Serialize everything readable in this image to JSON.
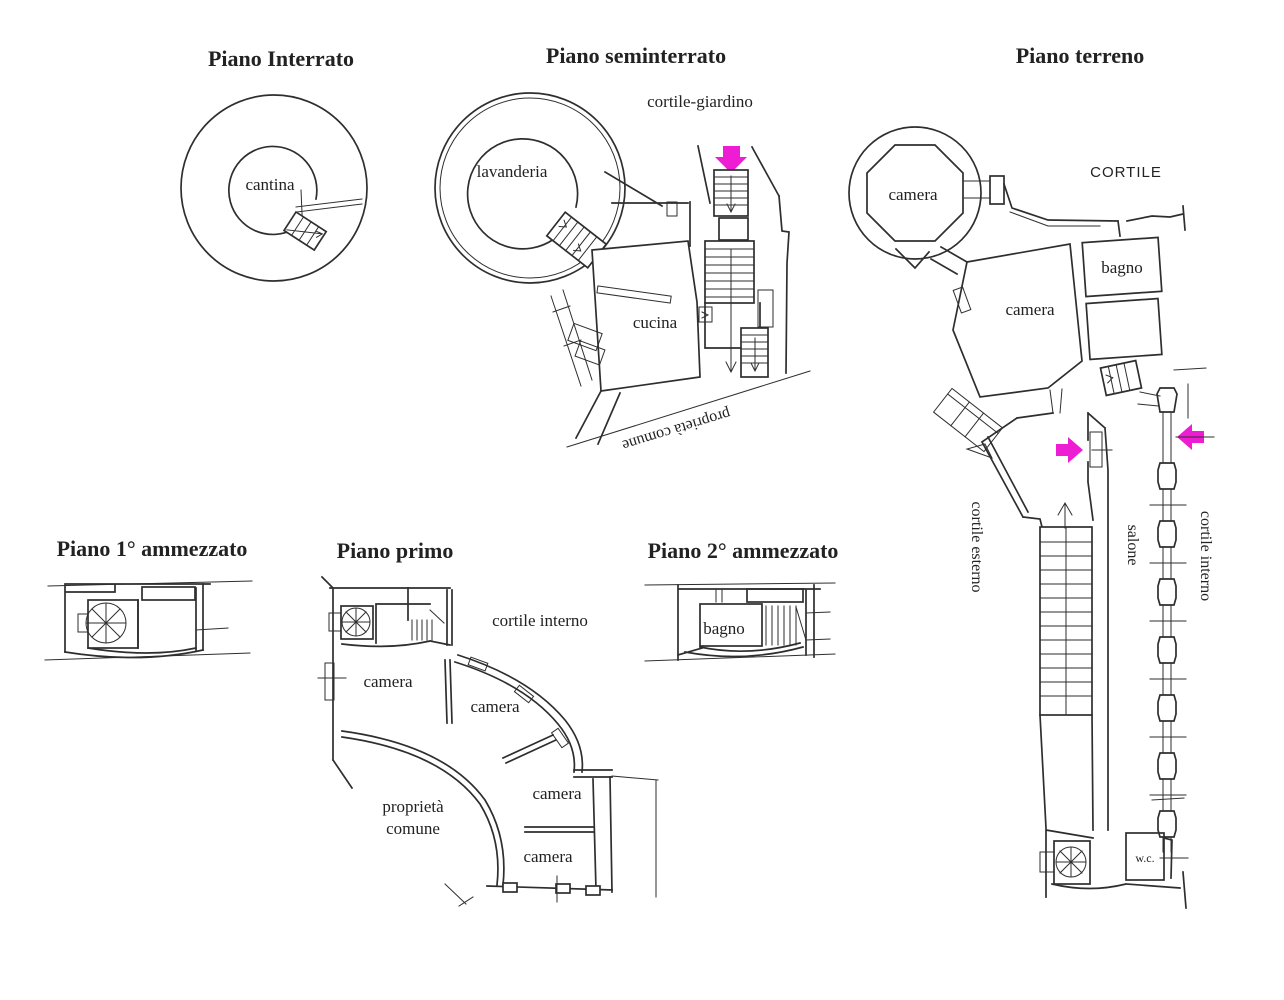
{
  "colors": {
    "ink": "#2e2e2e",
    "accent": "#ee1cd2",
    "paper": "#ffffff"
  },
  "plans": {
    "interrato": {
      "title": "Piano Interrato",
      "labels": {
        "cantina": "cantina"
      }
    },
    "seminterrato": {
      "title": "Piano seminterrato",
      "labels": {
        "cortile_giardino": "cortile-giardino",
        "lavanderia": "lavanderia",
        "cucina": "cucina",
        "proprieta_comune": "proprietà comune"
      }
    },
    "terreno": {
      "title": "Piano terreno",
      "labels": {
        "cortile": "CORTILE",
        "camera_tower": "camera",
        "camera": "camera",
        "bagno": "bagno",
        "cortile_esterno": "cortile esterno",
        "salone": "salone",
        "cortile_interno": "cortile interno",
        "wc": "w.c."
      }
    },
    "ammezzato1": {
      "title": "Piano 1° ammezzato"
    },
    "primo": {
      "title": "Piano primo",
      "labels": {
        "cortile_interno": "cortile interno",
        "camera_grande": "camera",
        "camera_band": "camera",
        "camera_3": "camera",
        "camera_4": "camera",
        "proprieta_line1": "proprietà",
        "proprieta_line2": "comune"
      }
    },
    "ammezzato2": {
      "title": "Piano 2° ammezzato",
      "labels": {
        "bagno": "bagno"
      }
    }
  }
}
